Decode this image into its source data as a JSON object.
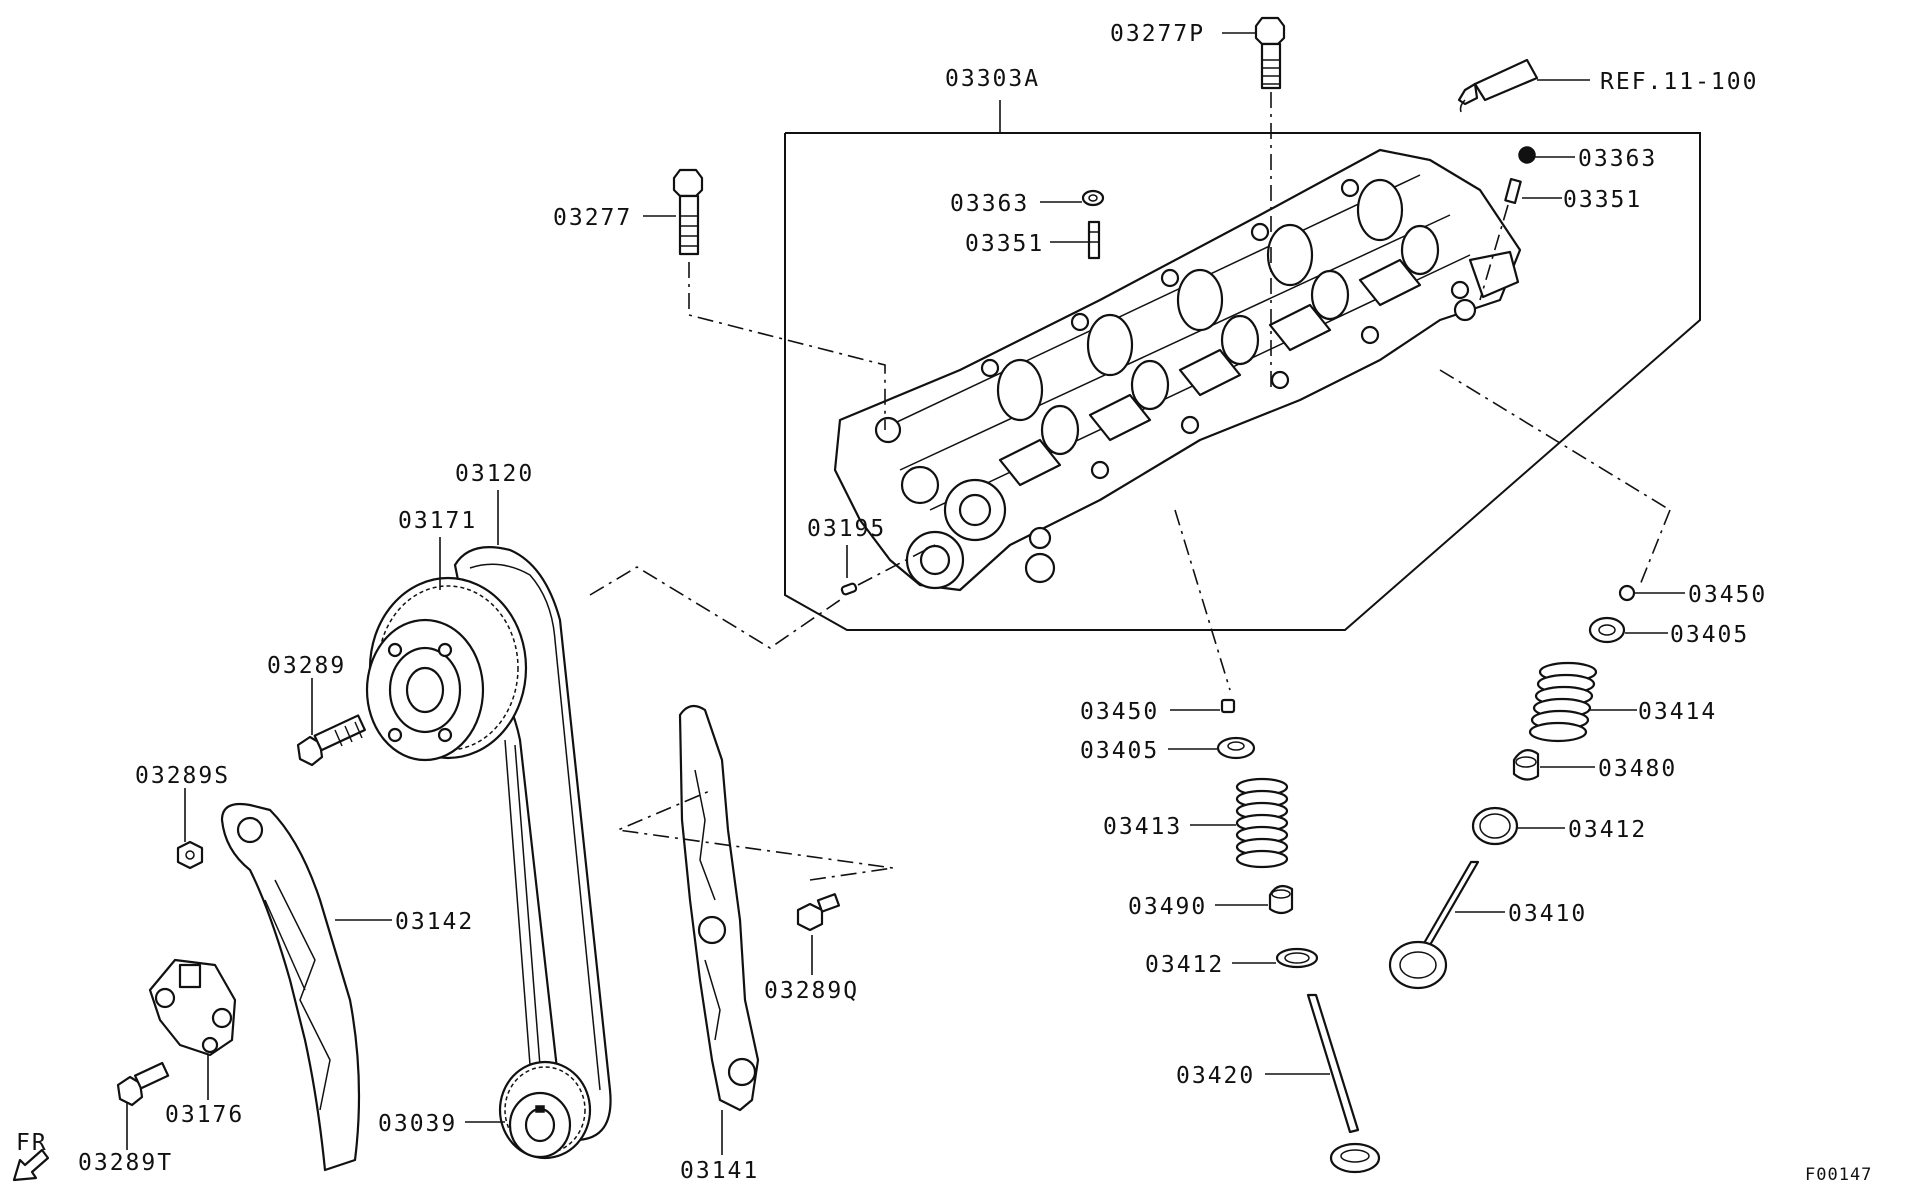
{
  "labels": {
    "p03277P": "03277P",
    "p03303A": "03303A",
    "ref": "REF.11-100",
    "p03363_top": "03363",
    "p03351_top": "03351",
    "p03363_mid": "03363",
    "p03351_mid": "03351",
    "p03277": "03277",
    "p03195": "03195",
    "p03120": "03120",
    "p03171": "03171",
    "p03289": "03289",
    "p03289S": "03289S",
    "p03142": "03142",
    "p03176": "03176",
    "p03289T": "03289T",
    "p03039": "03039",
    "p03141": "03141",
    "p03289Q": "03289Q",
    "p03450_r": "03450",
    "p03405_r": "03405",
    "p03414": "03414",
    "p03480": "03480",
    "p03412_r": "03412",
    "p03410": "03410",
    "p03450_l": "03450",
    "p03405_l": "03405",
    "p03413": "03413",
    "p03490": "03490",
    "p03412_l": "03412",
    "p03420": "03420",
    "fr": "FR",
    "figure_code": "F00147"
  }
}
